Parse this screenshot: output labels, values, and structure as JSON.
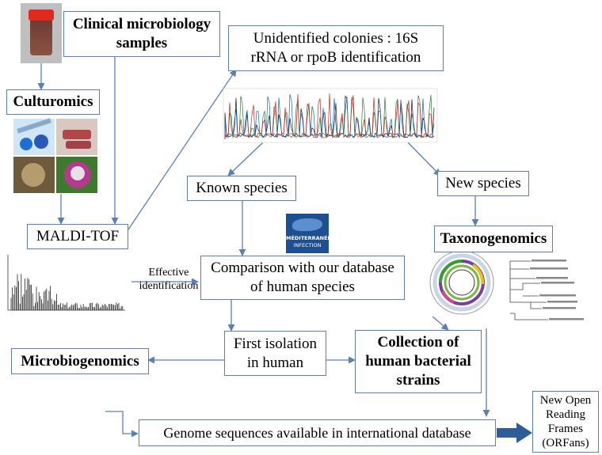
{
  "nodes": {
    "clinical_samples": "Clinical microbiology samples",
    "culturomics": "Culturomics",
    "maldi_tof": "MALDI-TOF",
    "unidentified": "Unidentified colonies : 16S rRNA or rpoB identification",
    "known_species": "Known species",
    "new_species": "New species",
    "taxonogenomics": "Taxonogenomics",
    "comparison": "Comparison with our database of human species",
    "first_isolation": "First isolation in human",
    "collection": "Collection of human bacterial strains",
    "microbiogenomics": "Microbiogenomics",
    "genome_sequences": "Genome sequences available in international database",
    "new_orfs": "New Open Reading Frames (ORFans)"
  },
  "edge_labels": {
    "effective_identification": "Effective identification"
  },
  "logo": {
    "line1": "MÉDITERRANÉE",
    "line2": "INFECTION"
  },
  "colors": {
    "edge": "#5b7fb3",
    "logo_bg": "#1d4f91",
    "thick_arrow": "#2d5e98"
  }
}
